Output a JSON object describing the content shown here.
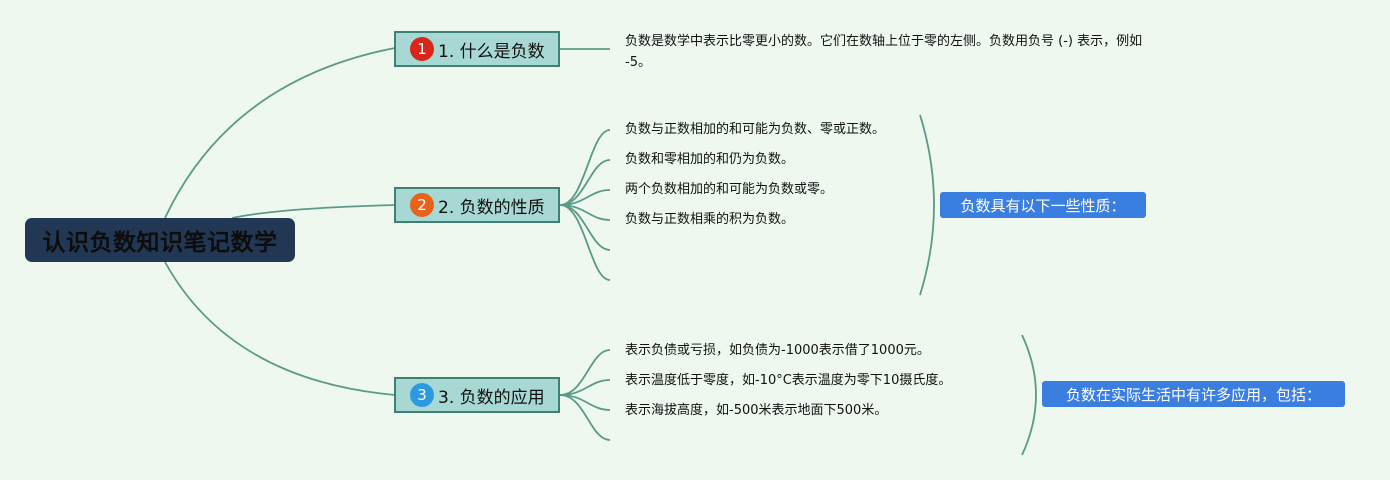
{
  "root": {
    "label": "认识负数知识笔记数学"
  },
  "branches": [
    {
      "number": "1",
      "badge_color": "#d8261a",
      "label": "1. 什么是负数",
      "leaves": [
        "负数是数学中表示比零更小的数。它们在数轴上位于零的左侧。负数用负号 (-) 表示，例如 -5。"
      ]
    },
    {
      "number": "2",
      "badge_color": "#e8621c",
      "label": "2. 负数的性质",
      "summary": "负数具有以下一些性质：",
      "leaves": [
        "负数与正数相加的和可能为负数、零或正数。",
        "负数和零相加的和仍为负数。",
        "两个负数相加的和可能为负数或零。",
        "负数与正数相乘的积为负数。",
        "",
        ""
      ]
    },
    {
      "number": "3",
      "badge_color": "#2c9ae0",
      "label": "3. 负数的应用",
      "summary": "负数在实际生活中有许多应用，包括：",
      "leaves": [
        "表示负债或亏损，如负债为-1000表示借了1000元。",
        "表示温度低于零度，如-10°C表示温度为零下10摄氏度。",
        "表示海拔高度，如-500米表示地面下500米。",
        ""
      ]
    }
  ],
  "colors": {
    "line": "#5a9a88",
    "root_bg": "#213754",
    "branch_bg": "#a7d8d3",
    "summary_bg": "#3a7fe0",
    "page_bg": "#eef8ef"
  }
}
